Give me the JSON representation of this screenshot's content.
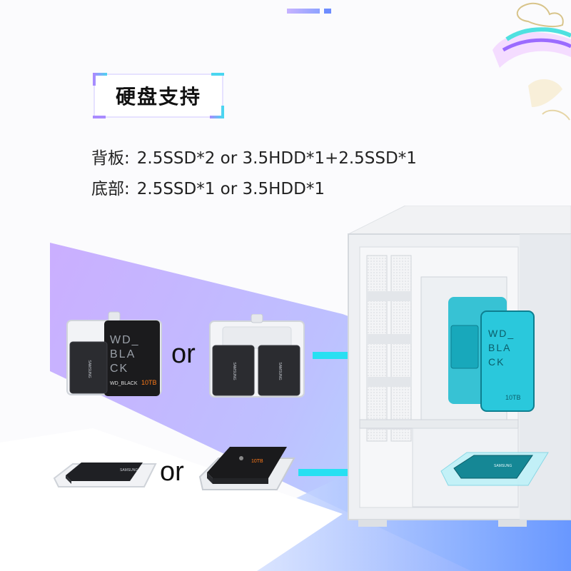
{
  "title": "硬盘支持",
  "specs": [
    {
      "label": "背板:",
      "value": "2.5SSD*2 or 3.5HDD*1+2.5SSD*1"
    },
    {
      "label": "底部:",
      "value": "2.5SSD*1 or 3.5HDD*1"
    }
  ],
  "or_label": "or",
  "drives": {
    "hdd_brand": "WD_BLACK",
    "hdd_capacity": "10TB",
    "ssd_brand": "SAMSUNG"
  },
  "colors": {
    "accent_cyan": "#26e0f2",
    "accent_purple": "#a07cff",
    "gradient_start": "#c6a8ff",
    "gradient_end": "#9fd8ff",
    "case_white": "#eef0f3"
  }
}
